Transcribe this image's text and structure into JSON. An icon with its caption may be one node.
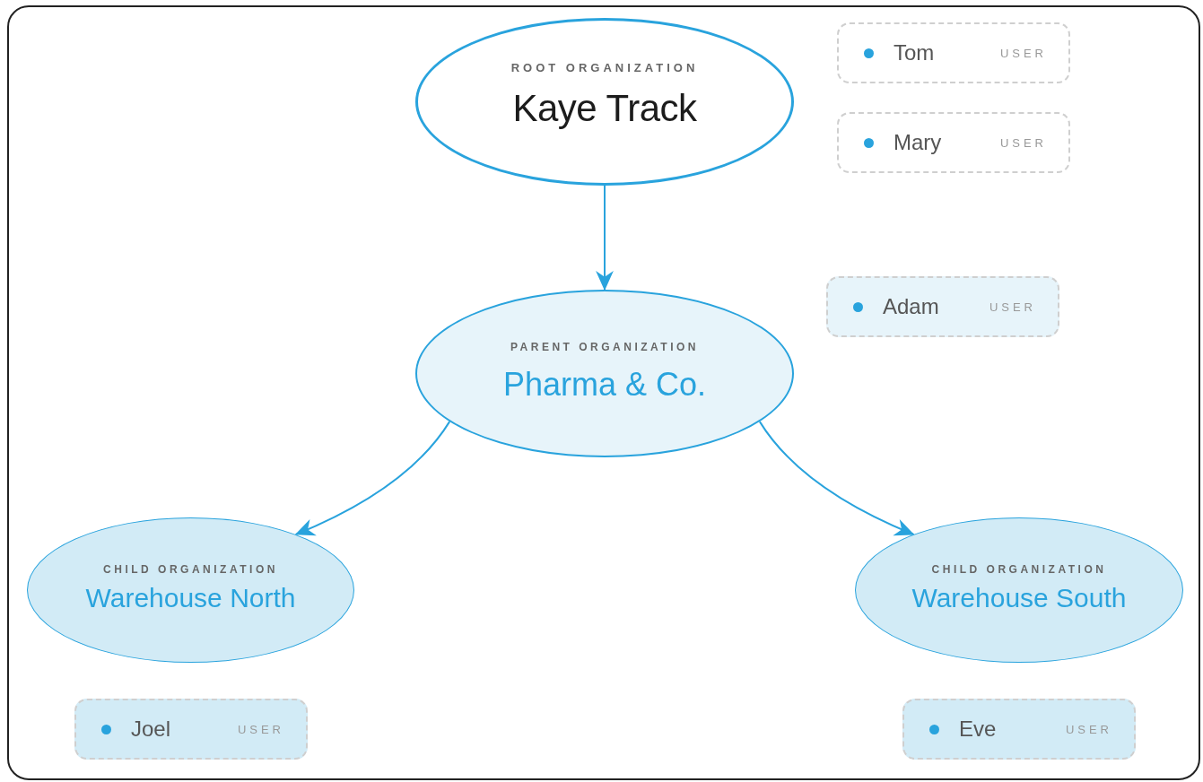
{
  "diagram": {
    "nodes": [
      {
        "text": [
          "ROOT ORGANIZATION",
          "Kaye Track"
        ]
      },
      {
        "text": [
          "Tom",
          "USER"
        ]
      },
      {
        "text": [
          "Mary",
          "USER"
        ]
      },
      {
        "text": [
          "PARENT ORGANIZATION",
          "Pharma & Co."
        ]
      },
      {
        "text": [
          "Adam",
          "USER"
        ]
      },
      {
        "text": [
          "CHILD ORGANIZATION",
          "Warehouse North"
        ]
      },
      {
        "text": [
          "CHILD ORGANIZATION",
          "Warehouse South"
        ]
      },
      {
        "text": [
          "Joel",
          "USER"
        ]
      },
      {
        "text": [
          "Eve",
          "USER"
        ]
      }
    ],
    "edges": [
      {
        "from": 0,
        "to": 3,
        "arrow": "to"
      },
      {
        "from": 3,
        "to": 5,
        "arrow": "to"
      },
      {
        "from": 3,
        "to": 6,
        "arrow": "to"
      }
    ]
  }
}
